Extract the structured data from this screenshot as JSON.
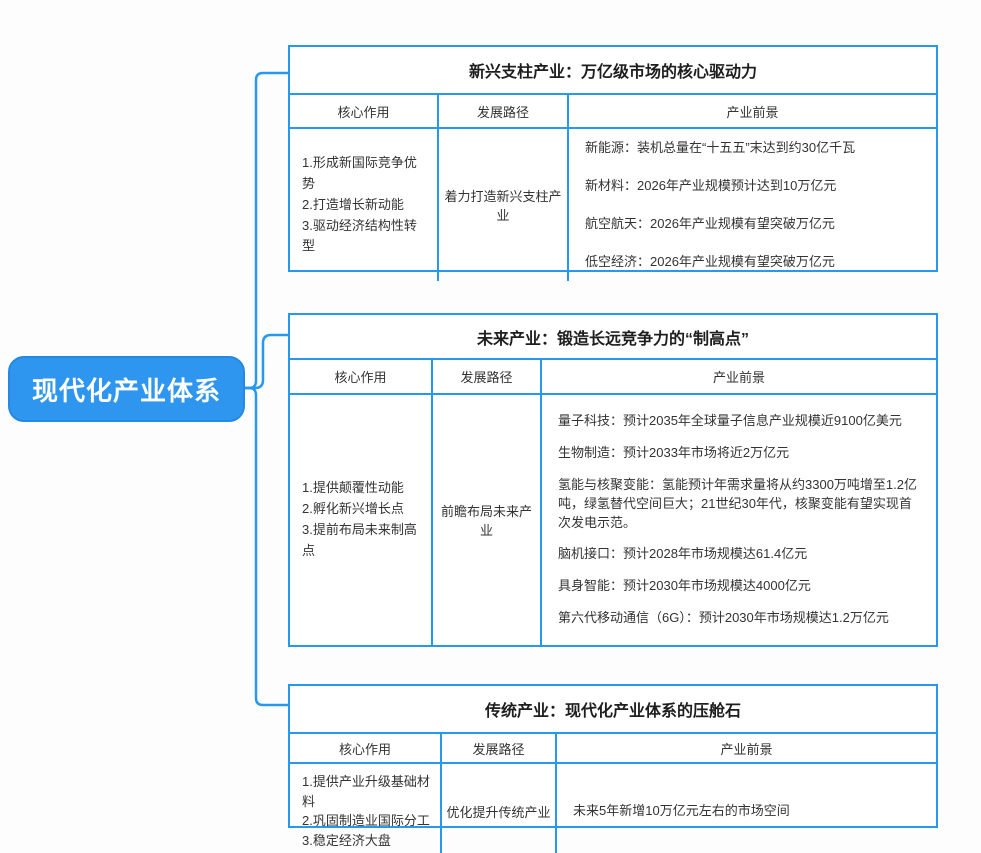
{
  "root": {
    "label": "现代化产业体系"
  },
  "colors": {
    "node_fill": "#2E96EE",
    "line_blue": "#2798F0",
    "node_text": "#ffffff",
    "body_text": "#333333"
  },
  "tables": [
    {
      "id": "emerging-pillar-industries",
      "title": "新兴支柱产业：万亿级市场的核心驱动力",
      "headers": [
        "核心作用",
        "发展路径",
        "产业前景"
      ],
      "core_roles": [
        "1.形成新国际竞争优势",
        "2.打造增长新动能",
        "3.驱动经济结构性转型"
      ],
      "dev_path": "着力打造新兴支柱产业",
      "prospects": [
        "新能源：装机总量在“十五五”末达到约30亿千瓦",
        "新材料：2026年产业规模预计达到10万亿元",
        "航空航天：2026年产业规模有望突破万亿元",
        "低空经济：2026年产业规模有望突破万亿元"
      ]
    },
    {
      "id": "future-industries",
      "title": "未来产业：锻造长远竞争力的“制高点”",
      "headers": [
        "核心作用",
        "发展路径",
        "产业前景"
      ],
      "core_roles": [
        "1.提供颠覆性动能",
        "2.孵化新兴增长点",
        "3.提前布局未来制高点"
      ],
      "dev_path": "前瞻布局未来产业",
      "prospects": [
        "量子科技：预计2035年全球量子信息产业规模近9100亿美元",
        "生物制造：预计2033年市场将近2万亿元",
        "氢能与核聚变能：氢能预计年需求量将从约3300万吨增至1.2亿吨，绿氢替代空间巨大；21世纪30年代，核聚变能有望实现首次发电示范。",
        "脑机接口：预计2028年市场规模达61.4亿元",
        "具身智能：预计2030年市场规模达4000亿元",
        "第六代移动通信（6G）：预计2030年市场规模达1.2万亿元"
      ]
    },
    {
      "id": "traditional-industries",
      "title": "传统产业：现代化产业体系的压舱石",
      "headers": [
        "核心作用",
        "发展路径",
        "产业前景"
      ],
      "core_roles": [
        "1.提供产业升级基础材料",
        "2.巩固制造业国际分工",
        "3.稳定经济大盘"
      ],
      "dev_path": "优化提升传统产业",
      "prospects": [
        "未来5年新增10万亿元左右的市场空间"
      ]
    }
  ]
}
